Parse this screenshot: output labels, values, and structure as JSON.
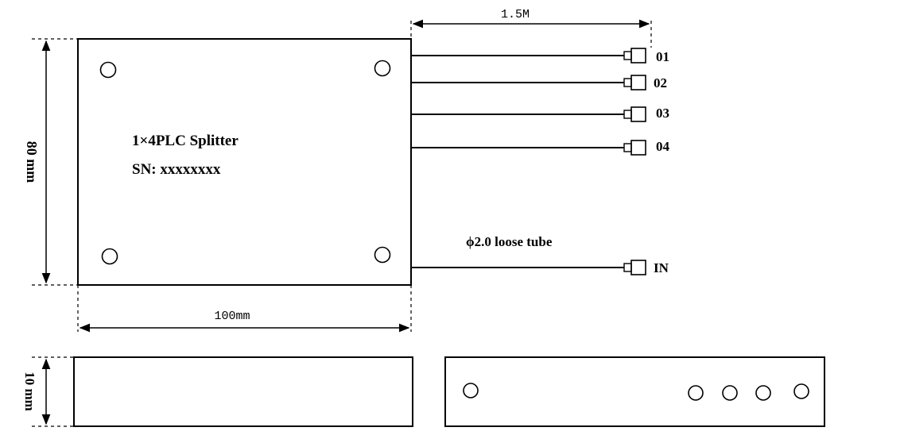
{
  "splitter": {
    "name": "1×4PLC Splitter",
    "serial": "SN: xxxxxxxx"
  },
  "dimensions": {
    "width": "100mm",
    "height": "80 mm",
    "thickness": "10 mm",
    "fiber_length": "1.5M"
  },
  "fiber": {
    "tube_label": "ϕ2.0 loose tube"
  },
  "ports": {
    "outputs": [
      "01",
      "02",
      "03",
      "04"
    ],
    "input": "IN"
  }
}
